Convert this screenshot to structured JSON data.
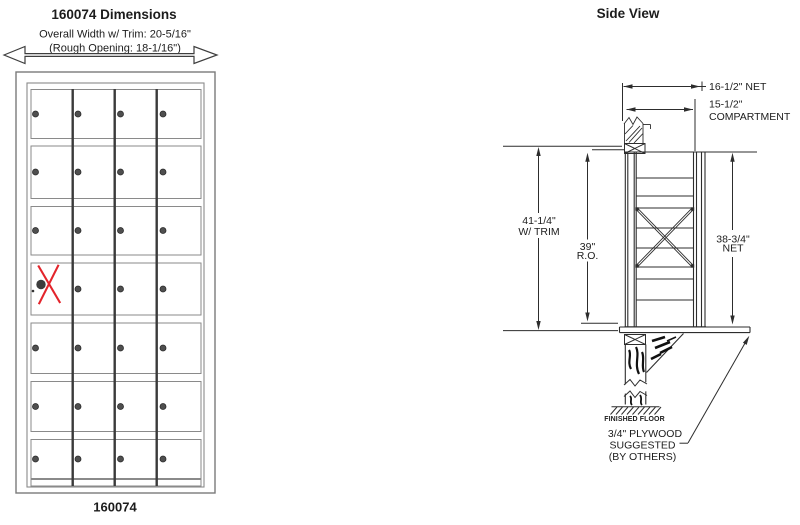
{
  "front_view": {
    "title": "160074 Dimensions",
    "overall_width": "Overall Width w/ Trim: 20-5/16\"",
    "rough_opening": "(Rough Opening: 18-1/16\")",
    "model_number": "160074",
    "grid": {
      "columns": 4,
      "rows": 7,
      "doors": 28,
      "marked_door": {
        "row": 4,
        "col": 1,
        "marker": "red-x-master-door"
      }
    }
  },
  "side_view": {
    "title": "Side View",
    "dim_net_depth": "16-1/2\" NET",
    "dim_compartment_line1": "15-1/2\"",
    "dim_compartment_line2": "COMPARTMENT",
    "dim_trim_height_line1": "41-1/4\"",
    "dim_trim_height_line2": "W/ TRIM",
    "dim_rough_opening_line1": "39\"",
    "dim_rough_opening_line2": "R.O.",
    "dim_net_height_line1": "38-3/4\"",
    "dim_net_height_line2": "NET",
    "finished_floor": "FINISHED FLOOR",
    "plywood_note_line1": "3/4\" PLYWOOD",
    "plywood_note_line2": "SUGGESTED",
    "plywood_note_line3": "(BY OTHERS)"
  },
  "colors": {
    "line": "#2d2d2d",
    "red_marker": "#e3242b",
    "lock": "#4f4f4f",
    "text": "#1c1c1c"
  }
}
